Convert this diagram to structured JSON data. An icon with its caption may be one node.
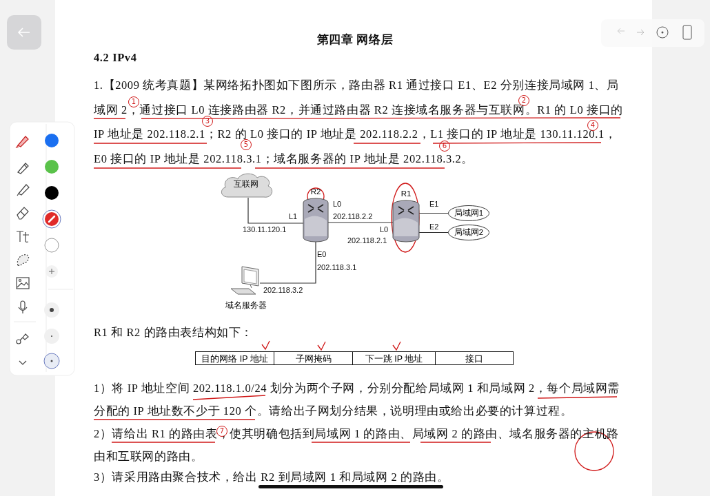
{
  "diagram": {
    "title": "第四章 网络层",
    "nodes": [
      {
        "text": [
          "互联网"
        ]
      },
      {
        "text": [
          "R2"
        ]
      },
      {
        "text": [
          "R1"
        ]
      },
      {
        "text": [
          "局域网1"
        ]
      },
      {
        "text": [
          "局域网2"
        ]
      },
      {
        "text": [
          "域名服务器"
        ]
      }
    ],
    "edges": [
      {
        "from": 0,
        "to": 1,
        "arrow": "none"
      },
      {
        "from": 1,
        "to": 2,
        "arrow": "none"
      },
      {
        "from": 2,
        "to": 3,
        "arrow": "none"
      },
      {
        "from": 2,
        "to": 4,
        "arrow": "none"
      },
      {
        "from": 1,
        "to": 5,
        "arrow": "none"
      }
    ],
    "labels": [
      "4.2 IPv4",
      "1.【2009 统考真题】某网络拓扑图如下图所示，路由器 R1 通过接口 E1、E2 分别连接局域网 1、局域网 2，通过接口 L0 连接路由器 R2，并通过路由器 R2 连接域名服务器与互联网。R1 的 L0 接口的 IP 地址是 202.118.2.1；R2 的 L0 接口的 IP 地址是 202.118.2.2，L1 接口的 IP 地址是 130.11.120.1，E0 接口的 IP 地址是 202.118.3.1；域名服务器的 IP 地址是 202.118.3.2。",
      "R1 和 R2 的路由表结构如下：",
      "目的网络 IP 地址",
      "子网掩码",
      "下一跳 IP 地址",
      "接口",
      "1）将 IP 地址空间 202.118.1.0/24 划分为两个子网，分别分配给局域网 1 和局域网 2，每个局域网需分配的 IP 地址数不少于 120 个。请给出子网划分结果，说明理由或给出必要的计算过程。",
      "2）请给出 R1 的路由表，使其明确包括到局域网 1 的路由、局域网 2 的路由、域名服务器的主机路由和互联网的路由。",
      "3）请采用路由聚合技术，给出 R2 到局域网 1 和局域网 2 的路由。",
      "L0",
      "E1",
      "L1",
      "202.118.2.2",
      "130.11.120.1",
      "L0",
      "E2",
      "202.118.2.1",
      "E0",
      "202.118.3.1",
      "202.118.3.2",
      "1",
      "2",
      "3",
      "4",
      "5",
      "6",
      "7"
    ]
  }
}
